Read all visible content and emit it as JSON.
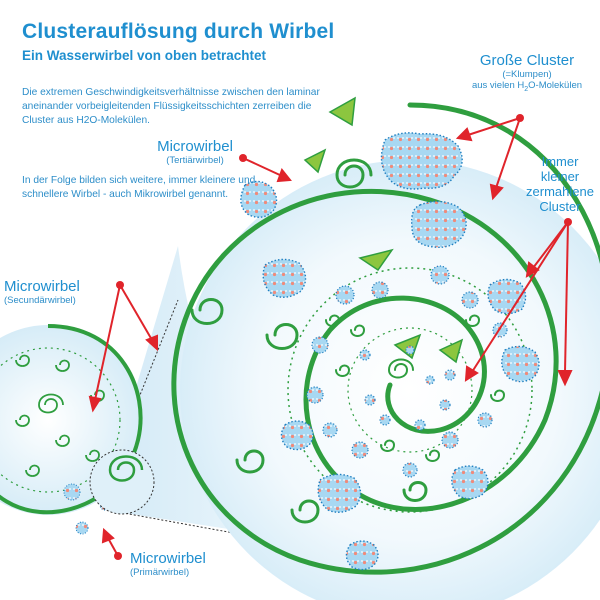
{
  "title": "Clusterauflösung durch Wirbel",
  "subtitle": "Ein Wasserwirbel von oben betrachtet",
  "description": "Die extremen Geschwindigkeitsverhältnisse zwischen den laminar aneinander vorbeigleitenden Flüssigkeitsschichten zerreiben die Cluster aus H2O-Molekülen.",
  "description2": "In der Folge bilden sich weitere, immer kleinere und schnellere Wirbel - auch Mikrowirbel genannt.",
  "labels": {
    "tertiary": {
      "name": "Microwirbel",
      "sub": "(Tertiärwirbel)"
    },
    "secondary": {
      "name": "Microwirbel",
      "sub": "(Secundärwirbel)"
    },
    "primary": {
      "name": "Microwirbel",
      "sub": "(Primärwirbel)"
    },
    "big_cluster": {
      "name": "Große Cluster",
      "sub1": "(=Klumpen)",
      "sub2": "aus vielen H",
      "sub2_sub": "2",
      "sub2_end": "O-Molekülen"
    },
    "smaller": {
      "line1": "Immer",
      "line2": "kleiner",
      "line3": "zermahlene",
      "line4": "Cluster"
    }
  },
  "colors": {
    "vortex_green": "#2f9e3f",
    "arrow_red": "#e0242b",
    "title_blue": "#1f8fcf",
    "cluster_blue": "#9fd3f0",
    "molecule_red": "#f08a7a"
  }
}
